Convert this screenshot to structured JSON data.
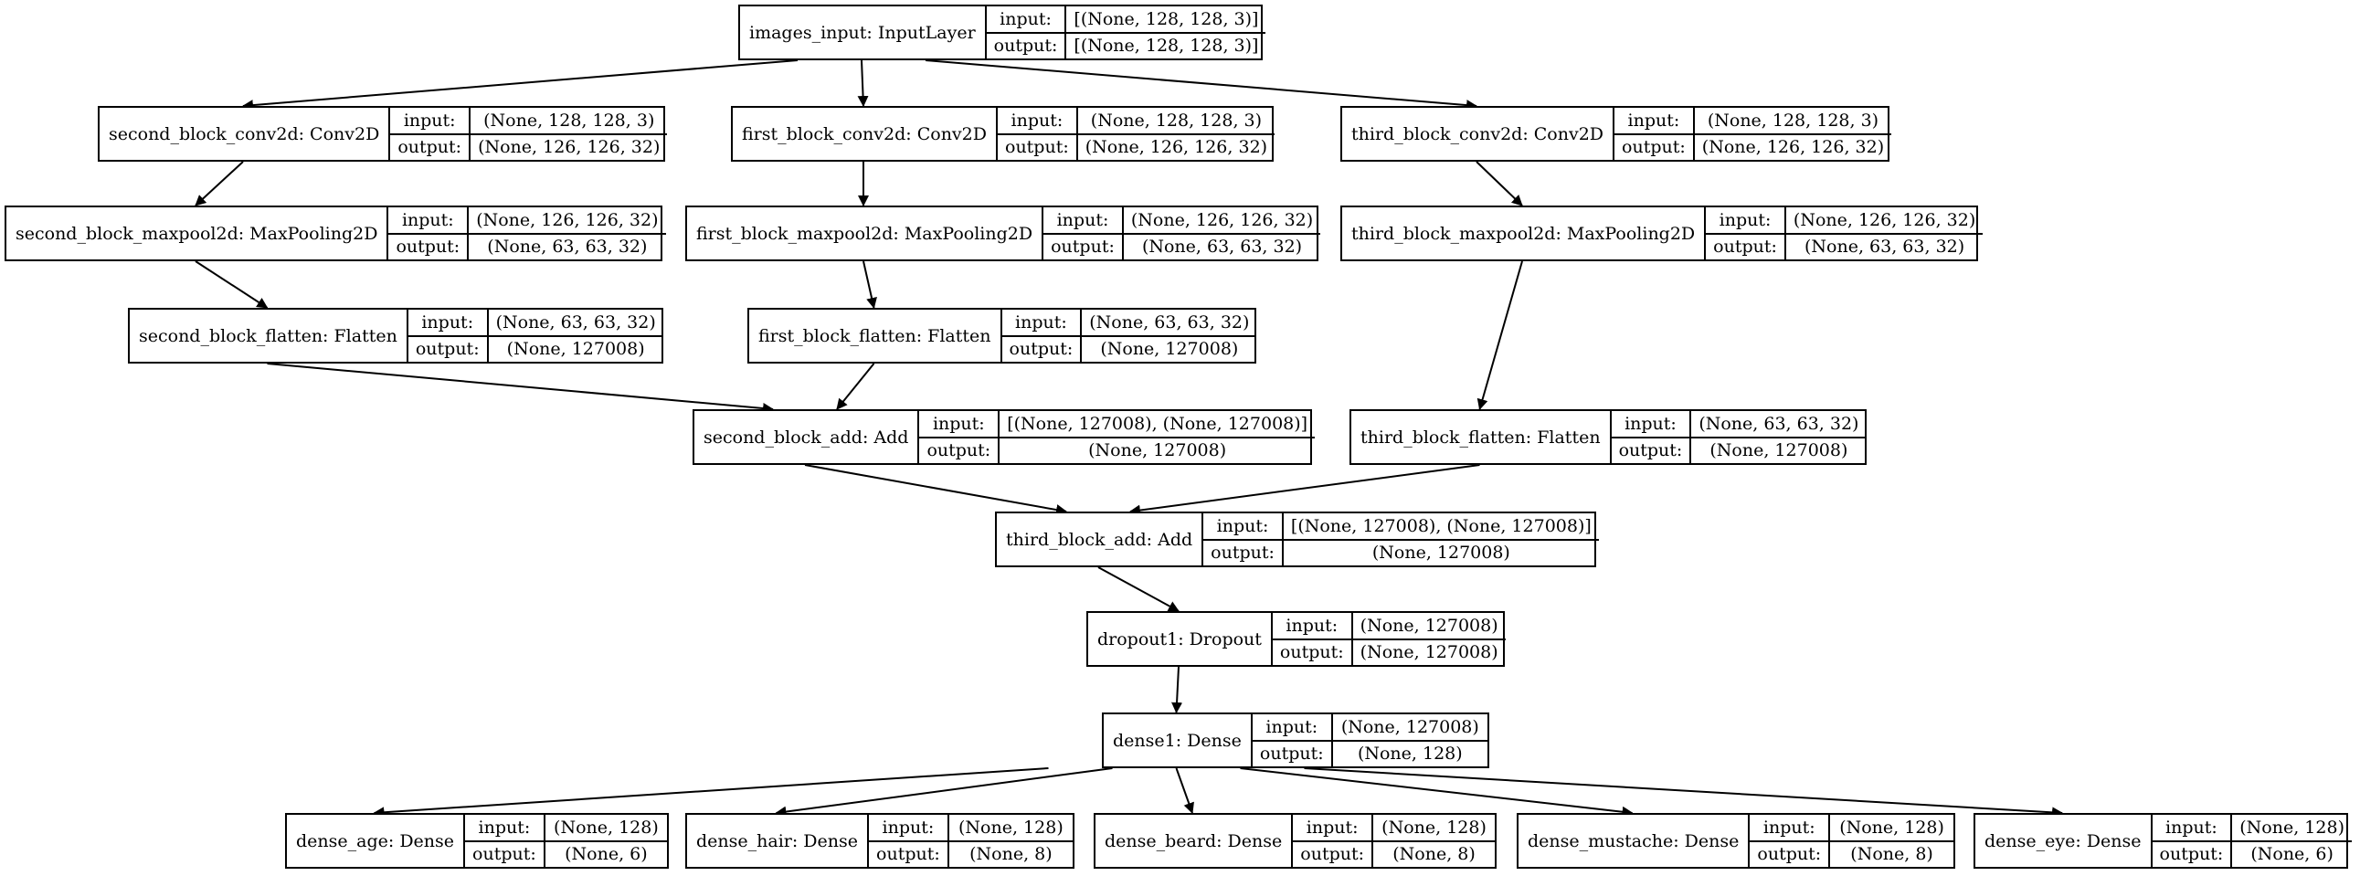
{
  "diagram": {
    "nodes": [
      {
        "id": "images_input",
        "name": "images_input: InputLayer",
        "input": "[(None, 128, 128, 3)]",
        "output": "[(None, 128, 128, 3)]"
      },
      {
        "id": "second_block_conv2d",
        "name": "second_block_conv2d: Conv2D",
        "input": "(None, 128, 128, 3)",
        "output": "(None, 126, 126, 32)"
      },
      {
        "id": "first_block_conv2d",
        "name": "first_block_conv2d: Conv2D",
        "input": "(None, 128, 128, 3)",
        "output": "(None, 126, 126, 32)"
      },
      {
        "id": "third_block_conv2d",
        "name": "third_block_conv2d: Conv2D",
        "input": "(None, 128, 128, 3)",
        "output": "(None, 126, 126, 32)"
      },
      {
        "id": "second_block_maxpool2d",
        "name": "second_block_maxpool2d: MaxPooling2D",
        "input": "(None, 126, 126, 32)",
        "output": "(None, 63, 63, 32)"
      },
      {
        "id": "first_block_maxpool2d",
        "name": "first_block_maxpool2d: MaxPooling2D",
        "input": "(None, 126, 126, 32)",
        "output": "(None, 63, 63, 32)"
      },
      {
        "id": "third_block_maxpool2d",
        "name": "third_block_maxpool2d: MaxPooling2D",
        "input": "(None, 126, 126, 32)",
        "output": "(None, 63, 63, 32)"
      },
      {
        "id": "second_block_flatten",
        "name": "second_block_flatten: Flatten",
        "input": "(None, 63, 63, 32)",
        "output": "(None, 127008)"
      },
      {
        "id": "first_block_flatten",
        "name": "first_block_flatten: Flatten",
        "input": "(None, 63, 63, 32)",
        "output": "(None, 127008)"
      },
      {
        "id": "second_block_add",
        "name": "second_block_add: Add",
        "input": "[(None, 127008), (None, 127008)]",
        "output": "(None, 127008)"
      },
      {
        "id": "third_block_flatten",
        "name": "third_block_flatten: Flatten",
        "input": "(None, 63, 63, 32)",
        "output": "(None, 127008)"
      },
      {
        "id": "third_block_add",
        "name": "third_block_add: Add",
        "input": "[(None, 127008), (None, 127008)]",
        "output": "(None, 127008)"
      },
      {
        "id": "dropout1",
        "name": "dropout1: Dropout",
        "input": "(None, 127008)",
        "output": "(None, 127008)"
      },
      {
        "id": "dense1",
        "name": "dense1: Dense",
        "input": "(None, 127008)",
        "output": "(None, 128)"
      },
      {
        "id": "dense_age",
        "name": "dense_age: Dense",
        "input": "(None, 128)",
        "output": "(None, 6)"
      },
      {
        "id": "dense_hair",
        "name": "dense_hair: Dense",
        "input": "(None, 128)",
        "output": "(None, 8)"
      },
      {
        "id": "dense_beard",
        "name": "dense_beard: Dense",
        "input": "(None, 128)",
        "output": "(None, 8)"
      },
      {
        "id": "dense_mustache",
        "name": "dense_mustache: Dense",
        "input": "(None, 128)",
        "output": "(None, 8)"
      },
      {
        "id": "dense_eye",
        "name": "dense_eye: Dense",
        "input": "(None, 128)",
        "output": "(None, 6)"
      }
    ],
    "edges": [
      [
        "images_input",
        "second_block_conv2d"
      ],
      [
        "images_input",
        "first_block_conv2d"
      ],
      [
        "images_input",
        "third_block_conv2d"
      ],
      [
        "second_block_conv2d",
        "second_block_maxpool2d"
      ],
      [
        "first_block_conv2d",
        "first_block_maxpool2d"
      ],
      [
        "third_block_conv2d",
        "third_block_maxpool2d"
      ],
      [
        "second_block_maxpool2d",
        "second_block_flatten"
      ],
      [
        "first_block_maxpool2d",
        "first_block_flatten"
      ],
      [
        "third_block_maxpool2d",
        "third_block_flatten"
      ],
      [
        "second_block_flatten",
        "second_block_add"
      ],
      [
        "first_block_flatten",
        "second_block_add"
      ],
      [
        "second_block_add",
        "third_block_add"
      ],
      [
        "third_block_flatten",
        "third_block_add"
      ],
      [
        "third_block_add",
        "dropout1"
      ],
      [
        "dropout1",
        "dense1"
      ],
      [
        "dense1",
        "dense_age"
      ],
      [
        "dense1",
        "dense_hair"
      ],
      [
        "dense1",
        "dense_beard"
      ],
      [
        "dense1",
        "dense_mustache"
      ],
      [
        "dense1",
        "dense_eye"
      ]
    ],
    "port_labels": {
      "input": "input:",
      "output": "output:"
    }
  }
}
